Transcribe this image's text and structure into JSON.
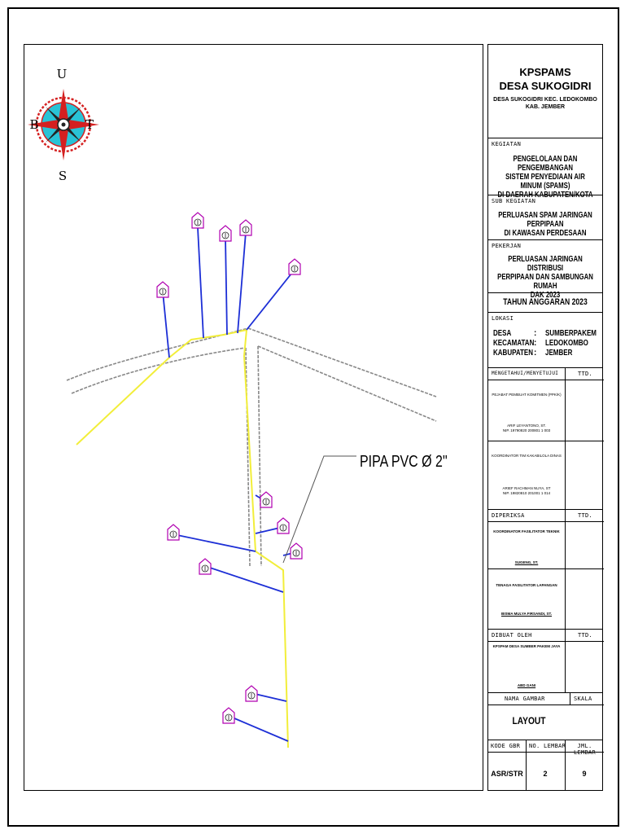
{
  "compass": {
    "north": "U",
    "south": "S",
    "west": "B",
    "east": "T"
  },
  "annotation": {
    "pipe_label": "PIPA PVC Ø 2\""
  },
  "title_block": {
    "org_line1": "KPSPAMS",
    "org_line2": "DESA SUKOGIDRI",
    "org_addr1": "DESA SUKOGIDRI KEC. LEDOKOMBO",
    "org_addr2": "KAB. JEMBER",
    "kegiatan_label": "KEGIATAN",
    "kegiatan_text": [
      "PENGELOLAAN DAN PENGEMBANGAN",
      "SISTEM PENYEDIAAN AIR MINUM (SPAMS)",
      "DI DAERAH KABUPATEN/KOTA"
    ],
    "sub_kegiatan_label": "SUB KEGIATAN",
    "sub_kegiatan_text": [
      "PERLUASAN SPAM JARINGAN PERPIPAAN",
      "DI KAWASAN PERDESAAN"
    ],
    "pekerjaan_label": "PEKERJAN",
    "pekerjaan_text": [
      "PERLUASAN JARINGAN DISTRIBUSI",
      "PERPIPAAN DAN SAMBUNGAN RUMAH",
      "DAK 2023"
    ],
    "tahun": "TAHUN ANGGARAN 2023",
    "lokasi_label": "LOKASI",
    "lokasi": [
      {
        "key": "DESA",
        "sep": ":",
        "value": "SUMBERPAKEM"
      },
      {
        "key": "KECAMATAN",
        "sep": ":",
        "value": "LEDOKOMBO"
      },
      {
        "key": "KABUPATEN",
        "sep": ":",
        "value": "JEMBER"
      }
    ],
    "mengetahui_label": "MENGETAHUI/MENYETUJUI",
    "ttd": "TTD.",
    "mengetahui": [
      {
        "role": "PEJABAT PEMBUAT KOMITMEN (PPK/K)",
        "name": "ARIF LEYANTONO, ST.",
        "nip": "NIP. 19790820 200801 1 003"
      },
      {
        "role": "KOORDINATOR TIM KAKABILOLA DINAS",
        "name": "ARIEF RACHMAN NUYA, ST",
        "nip": "NIP. 19820810 201001 1 014"
      }
    ],
    "diperiksa_label": "DIPERIKSA",
    "diperiksa": [
      {
        "role": "KOORDINATOR FASILITATOR TEKNIK",
        "name": "SUGENG, ST."
      },
      {
        "role": "TENAGA FASILITATOR LAPANGAN",
        "name": "BISMA MULYA FIRSANDI, ST."
      }
    ],
    "dibuat_label": "DIBUAT OLEH",
    "dibuat": {
      "role": "KPSPAM DESA SUMBER PAKEM JAYA",
      "name": "ABD GANI"
    },
    "nama_gambar_label": "NAMA GAMBAR",
    "skala_label": "SKALA",
    "nama_gambar": "LAYOUT",
    "kode_label": "KODE GBR",
    "no_lembar_label": "NO. LEMBAR",
    "jml_lembar_label": "JML. LEMBAR",
    "kode": "ASR/STR",
    "no_lembar": "2",
    "jml_lembar": "9"
  },
  "colors": {
    "main_pipe": "#f2ee3a",
    "service_pipe": "#1d2fd6",
    "house": "#b000b0",
    "road": "#888888",
    "compass_red": "#d42020",
    "compass_cyan": "#29c3d6"
  }
}
